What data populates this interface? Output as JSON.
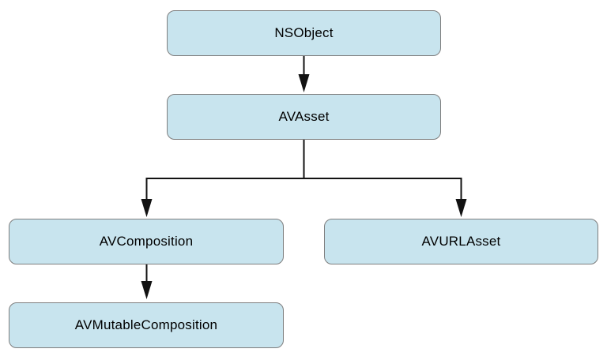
{
  "diagram": {
    "type": "class-hierarchy",
    "nodes": {
      "nsobject": {
        "label": "NSObject"
      },
      "avasset": {
        "label": "AVAsset"
      },
      "avcomposition": {
        "label": "AVComposition"
      },
      "avurlasset": {
        "label": "AVURLAsset"
      },
      "avmutablecomposition": {
        "label": "AVMutableComposition"
      }
    },
    "edges": [
      {
        "from": "nsobject",
        "to": "avasset"
      },
      {
        "from": "avasset",
        "to": "avcomposition"
      },
      {
        "from": "avasset",
        "to": "avurlasset"
      },
      {
        "from": "avcomposition",
        "to": "avmutablecomposition"
      }
    ],
    "colors": {
      "node_fill": "#c8e4ee",
      "node_border": "#7e7e7e",
      "connector": "#121212",
      "label": "#000000"
    }
  }
}
